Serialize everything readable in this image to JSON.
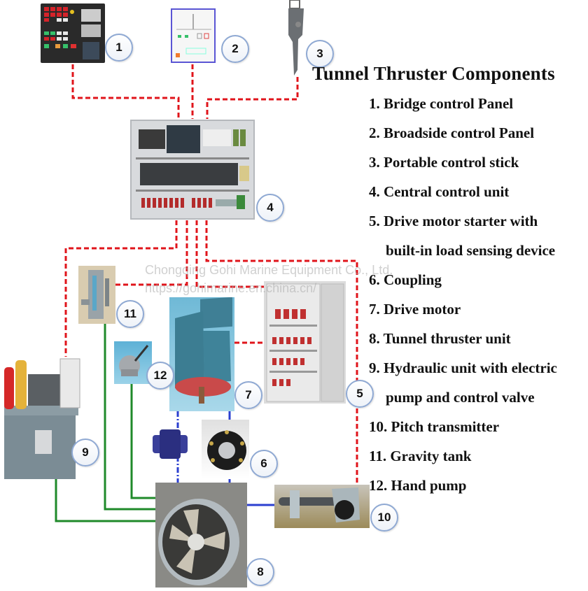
{
  "title": "Tunnel Thruster Components",
  "components": [
    {
      "number": "1",
      "label": "1. Bridge control Panel"
    },
    {
      "number": "2",
      "label": "2. Broadside control Panel"
    },
    {
      "number": "3",
      "label": "3. Portable control stick"
    },
    {
      "number": "4",
      "label": "4. Central control unit"
    },
    {
      "number": "5",
      "label": "5. Drive motor starter with",
      "label_cont": "built-in load sensing device"
    },
    {
      "number": "6",
      "label": "6. Coupling"
    },
    {
      "number": "7",
      "label": "7. Drive motor"
    },
    {
      "number": "8",
      "label": "8. Tunnel thruster unit"
    },
    {
      "number": "9",
      "label": "9. Hydraulic unit with electric",
      "label_cont": "pump and control valve"
    },
    {
      "number": "10",
      "label": "10. Pitch transmitter"
    },
    {
      "number": "11",
      "label": "11. Gravity tank"
    },
    {
      "number": "12",
      "label": "12. Hand pump"
    }
  ],
  "watermark": {
    "company": "Chongqing Gohi Marine Equipment Co., Ltd.",
    "url": "https://gohimarine.en.china.cn/"
  },
  "link_colors": {
    "electrical": "#e0141b",
    "hydraulic": "#1f8a2a",
    "mechanical": "#2b3fd0"
  }
}
